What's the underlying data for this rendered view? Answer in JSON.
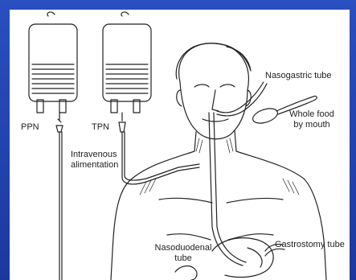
{
  "labels": {
    "ppn": "PPN",
    "tpn": "TPN",
    "intravenous_line1": "Intravenous",
    "intravenous_line2": "alimentation",
    "nasogastric": "Nasogastric tube",
    "whole_food_line1": "Whole food",
    "whole_food_line2": "by mouth",
    "nasoduodenal_line1": "Nasoduodenal",
    "nasoduodenal_line2": "tube",
    "gastrostomy": "Gastrostomy tube"
  },
  "colors": {
    "frame": "#1f3fa6",
    "ink": "#222222",
    "background": "#ffffff"
  }
}
